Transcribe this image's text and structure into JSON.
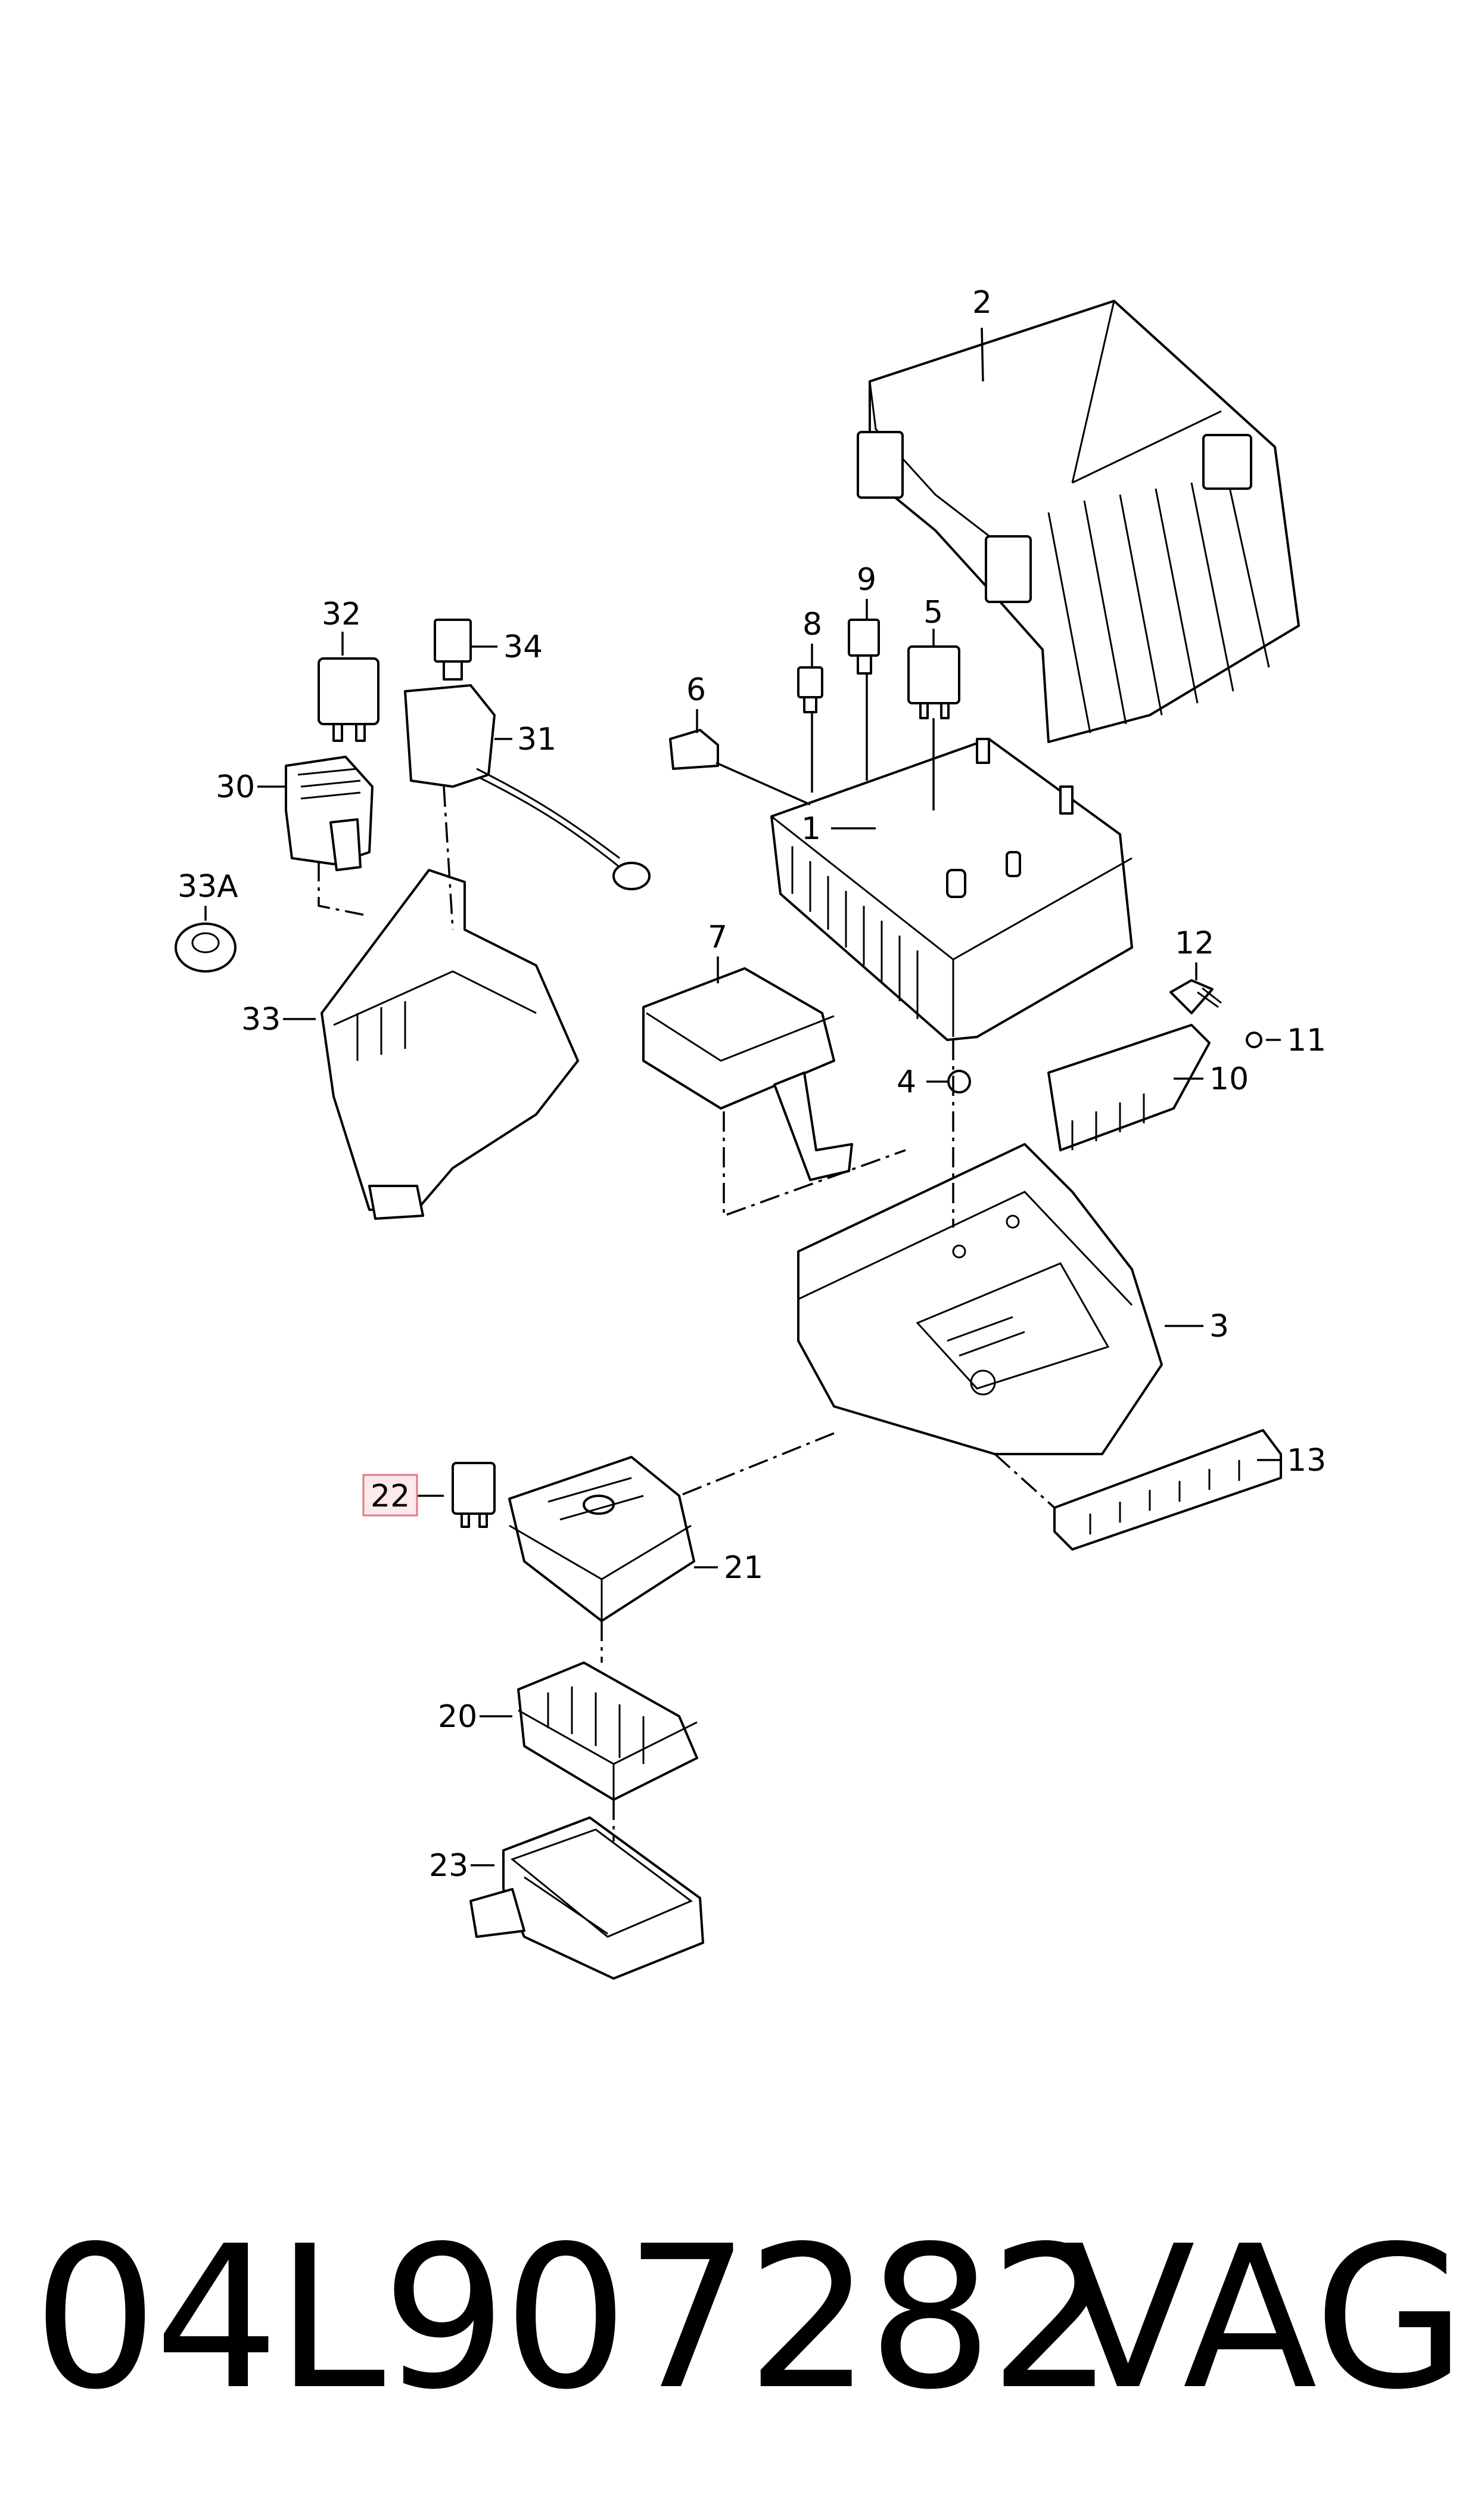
{
  "diagram": {
    "callouts": {
      "c1": "1",
      "c2": "2",
      "c3": "3",
      "c4": "4",
      "c5": "5",
      "c6": "6",
      "c7": "7",
      "c8": "8",
      "c9": "9",
      "c10": "10",
      "c11": "11",
      "c12": "12",
      "c13": "13",
      "c20": "20",
      "c21": "21",
      "c22": "22",
      "c23": "23",
      "c30": "30",
      "c31": "31",
      "c32": "32",
      "c33": "33",
      "c33a": "33A",
      "c34": "34"
    },
    "highlighted_callout": "22",
    "highlight_color": "#e07a85"
  },
  "footer": {
    "part_number": "04L907282",
    "brand": "VAG"
  }
}
